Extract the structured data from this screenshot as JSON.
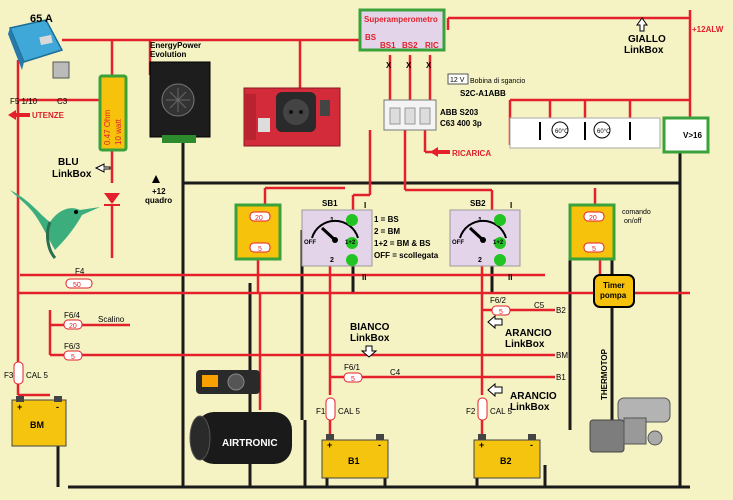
{
  "labels": {
    "batt_65a": "65 A",
    "f5": "F5 1/10",
    "c3": "C3",
    "utenze": "UTENZE",
    "ohm": "0.47 Ohm",
    "watt": "10 watt",
    "energypower1": "EnergyPower",
    "energypower2": "Evolution",
    "plus12": "+12",
    "quadro": "quadro",
    "blu1": "BLU",
    "blu2": "LinkBox",
    "superamp": "Superamperometro",
    "bs": "BS",
    "bs1": "BS1",
    "bs2": "BS2",
    "ric": "RIC",
    "x": "X",
    "v12": "12 V",
    "bobina": "Bobina di sgancio",
    "s2c": "S2C-A1ABB",
    "abb1": "ABB  S203",
    "abb2": "C63 400 3p",
    "ricarica": "RICARICA",
    "giallo1": "GIALLO",
    "giallo2": "LinkBox",
    "alw": "+12ALW",
    "t60a": "60°C",
    "t60b": "60°C",
    "v16": "V>16",
    "sb1": "SB1",
    "sb2": "SB2",
    "r1": "1",
    "r2": "2",
    "rI": "I",
    "rII": "II",
    "off": "OFF",
    "one2": "1+2",
    "legend1": "1 = BS",
    "legend2": "2 = BM",
    "legend3": "1+2 = BM & BS",
    "legend4": "OFF = scollegata",
    "comando1": "comando",
    "comando2": "on/off",
    "f20": "20",
    "f5v": "5",
    "f4": "F4",
    "f4v": "50",
    "f64": "F6/4",
    "f64v": "20",
    "scalino": "Scalino",
    "f63": "F6/3",
    "f63v": "5",
    "f62": "F6/2",
    "f62v": "5",
    "c5": "C5",
    "b2tag": "B2",
    "bm": "BM",
    "f61": "F6/1",
    "f61v": "5",
    "c4": "C4",
    "b1tag": "B1",
    "bianco1": "BIANCO",
    "bianco2": "LinkBox",
    "arancio1": "ARANCIO",
    "arancio2": "LinkBox",
    "timer1": "Timer",
    "timer2": "pompa",
    "thermotop": "THERMOTOP",
    "f3": "F3",
    "cal5": "CAL 5",
    "f1": "F1",
    "f2": "F2",
    "airtronic": "AIRTRONIC",
    "batt_bm": "BM",
    "batt_b1": "B1",
    "batt_b2": "B2",
    "plus": "+",
    "minus": "-"
  },
  "colors": {
    "wire_red": "#e4202a",
    "wire_black": "#1a1a1a",
    "box_green": "#3aa23a",
    "fuse_yellow": "#f7c20c",
    "battery_yellow": "#f5c40f",
    "sb_bg": "#e4d4ea",
    "led_green": "#22c422",
    "background": "#f5f3c4"
  }
}
